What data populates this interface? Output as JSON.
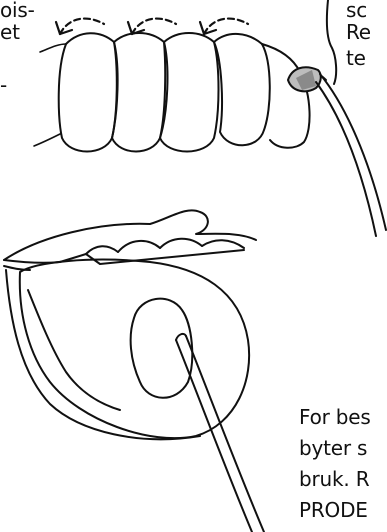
{
  "text_fragments": {
    "upper_left_line1": "ois-",
    "upper_left_line2": "et",
    "upper_left_line3": "-",
    "upper_right_line1": "sc",
    "upper_right_line2": "Re",
    "upper_right_line3": "te",
    "lower_right_line1": "For bes",
    "lower_right_line2": "byter s",
    "lower_right_line3": "bruk. R",
    "lower_right_line4": "PRODE"
  },
  "colors": {
    "ink": "#111111",
    "background": "#ffffff"
  },
  "icons": [
    "rotation-arrow-icon",
    "rotation-arrow-icon",
    "rotation-arrow-icon"
  ]
}
